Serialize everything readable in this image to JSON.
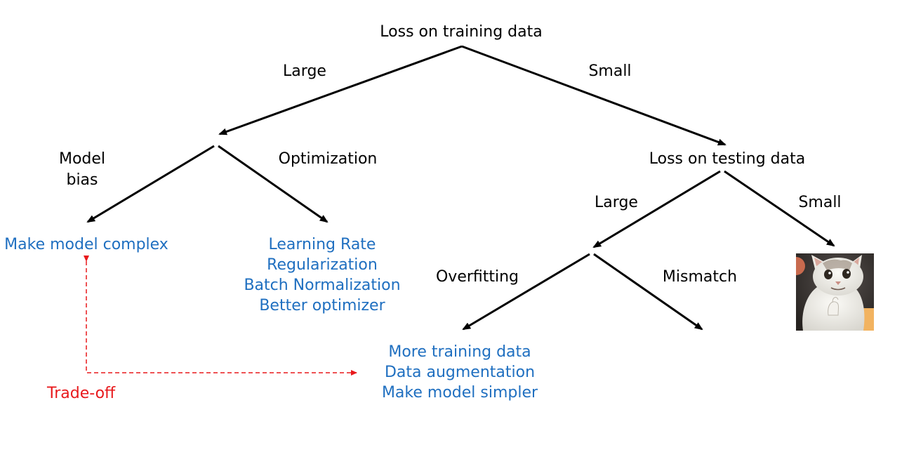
{
  "root": {
    "label": "Loss on training data"
  },
  "branch_labels": {
    "train_large": "Large",
    "train_small": "Small",
    "test_large": "Large",
    "test_small": "Small"
  },
  "causes": {
    "model_bias": [
      "Model",
      "bias"
    ],
    "optimization": "Optimization",
    "overfitting": "Overfitting",
    "mismatch": "Mismatch"
  },
  "test_node": {
    "label": "Loss on testing data"
  },
  "fixes": {
    "model_bias": [
      "Make model complex"
    ],
    "optimization": [
      "Learning Rate",
      "Regularization",
      "Batch  Normalization",
      "Better optimizer"
    ],
    "overfitting": [
      "More training data",
      "Data augmentation",
      "Make model simpler"
    ]
  },
  "tradeoff": {
    "label": "Trade-off"
  },
  "image": {
    "subject": "cat-meme"
  },
  "colors": {
    "text": "#000000",
    "fix_text": "#1f6fc0",
    "tradeoff": "#e8191c",
    "edge": "#000000"
  }
}
